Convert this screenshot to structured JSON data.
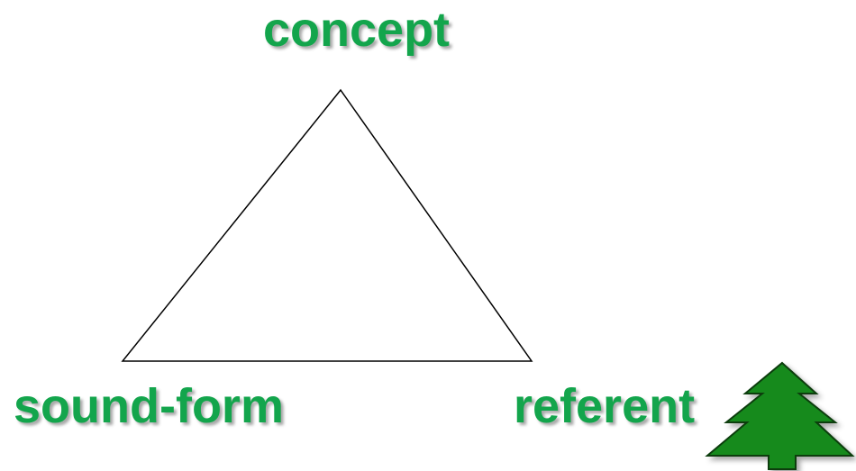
{
  "colors": {
    "label": "#13a54c",
    "tree_fill": "#138a1e",
    "tree_stroke": "#0a3d0e",
    "line": "#000000"
  },
  "labels": {
    "concept": "concept",
    "sound_form": "sound-form",
    "referent": "referent"
  },
  "icons": {
    "tree": "pine-tree-icon"
  }
}
